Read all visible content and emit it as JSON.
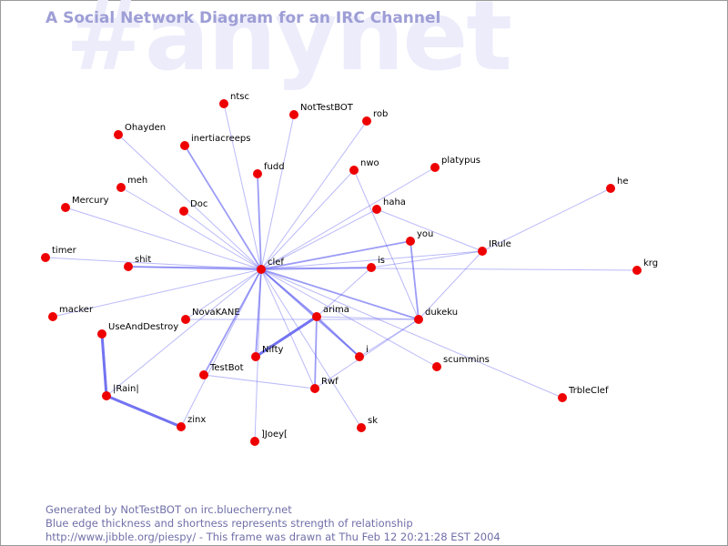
{
  "title": "A Social Network Diagram for an IRC Channel",
  "watermark": "#anynet",
  "footer": {
    "line1": "Generated by NotTestBOT on irc.bluecherry.net",
    "line2": "Blue edge thickness and shortness represents strength of relationship",
    "line3": "http://www.jibble.org/piespy/ - This frame was drawn at Thu Feb 12 20:21:28 EST 2004"
  },
  "colors": {
    "node": "#ee0000",
    "edge": "#5a5af0",
    "title": "#9e9ed6",
    "watermark": "#ececfb",
    "footer": "#6f6fa8"
  },
  "nodes": [
    {
      "id": "clef",
      "label": "clef"
    },
    {
      "id": "ntsc",
      "label": "ntsc"
    },
    {
      "id": "NotTestBOT",
      "label": "NotTestBOT"
    },
    {
      "id": "rob",
      "label": "rob"
    },
    {
      "id": "Ohayden",
      "label": "Ohayden"
    },
    {
      "id": "inertiacreeps",
      "label": "inertiacreeps"
    },
    {
      "id": "fudd",
      "label": "fudd"
    },
    {
      "id": "nwo",
      "label": "nwo"
    },
    {
      "id": "platypus",
      "label": "platypus"
    },
    {
      "id": "meh",
      "label": "meh"
    },
    {
      "id": "he",
      "label": "he"
    },
    {
      "id": "Mercury",
      "label": "Mercury"
    },
    {
      "id": "Doc",
      "label": "Doc"
    },
    {
      "id": "haha",
      "label": "haha"
    },
    {
      "id": "you",
      "label": "you"
    },
    {
      "id": "IRule",
      "label": "IRule"
    },
    {
      "id": "timer",
      "label": "timer"
    },
    {
      "id": "shit",
      "label": "shit"
    },
    {
      "id": "is",
      "label": "is"
    },
    {
      "id": "krg",
      "label": "krg"
    },
    {
      "id": "macker",
      "label": "macker"
    },
    {
      "id": "NovaKANE",
      "label": "NovaKANE"
    },
    {
      "id": "arima",
      "label": "arima"
    },
    {
      "id": "dukeku",
      "label": "dukeku"
    },
    {
      "id": "UseAndDestroy",
      "label": "UseAndDestroy"
    },
    {
      "id": "Nifty",
      "label": "Nifty"
    },
    {
      "id": "i",
      "label": "i"
    },
    {
      "id": "scummins",
      "label": "scummins"
    },
    {
      "id": "TestBot",
      "label": "TestBot"
    },
    {
      "id": "Rwf",
      "label": "Rwf"
    },
    {
      "id": "Rain",
      "label": "|Rain|"
    },
    {
      "id": "TrbleClef",
      "label": "TrbleClef"
    },
    {
      "id": "zinx",
      "label": "zinx"
    },
    {
      "id": "sk",
      "label": "sk"
    },
    {
      "id": "Joey",
      "label": "]Joey["
    }
  ],
  "edges": [
    {
      "source": "clef",
      "target": "ntsc",
      "weight": 1
    },
    {
      "source": "clef",
      "target": "NotTestBOT",
      "weight": 1
    },
    {
      "source": "clef",
      "target": "rob",
      "weight": 1
    },
    {
      "source": "clef",
      "target": "Ohayden",
      "weight": 1
    },
    {
      "source": "clef",
      "target": "inertiacreeps",
      "weight": 2
    },
    {
      "source": "clef",
      "target": "fudd",
      "weight": 2
    },
    {
      "source": "clef",
      "target": "nwo",
      "weight": 1
    },
    {
      "source": "clef",
      "target": "platypus",
      "weight": 1
    },
    {
      "source": "clef",
      "target": "meh",
      "weight": 1
    },
    {
      "source": "clef",
      "target": "Mercury",
      "weight": 1
    },
    {
      "source": "clef",
      "target": "Doc",
      "weight": 1
    },
    {
      "source": "clef",
      "target": "haha",
      "weight": 1
    },
    {
      "source": "clef",
      "target": "you",
      "weight": 2
    },
    {
      "source": "clef",
      "target": "timer",
      "weight": 1
    },
    {
      "source": "clef",
      "target": "shit",
      "weight": 2
    },
    {
      "source": "clef",
      "target": "is",
      "weight": 2
    },
    {
      "source": "clef",
      "target": "macker",
      "weight": 1
    },
    {
      "source": "clef",
      "target": "NovaKANE",
      "weight": 1
    },
    {
      "source": "clef",
      "target": "arima",
      "weight": 2
    },
    {
      "source": "clef",
      "target": "dukeku",
      "weight": 2
    },
    {
      "source": "clef",
      "target": "Nifty",
      "weight": 2
    },
    {
      "source": "clef",
      "target": "i",
      "weight": 2
    },
    {
      "source": "clef",
      "target": "scummins",
      "weight": 1
    },
    {
      "source": "clef",
      "target": "TestBot",
      "weight": 2
    },
    {
      "source": "clef",
      "target": "Rwf",
      "weight": 1
    },
    {
      "source": "clef",
      "target": "Rain",
      "weight": 1
    },
    {
      "source": "clef",
      "target": "TrbleClef",
      "weight": 1
    },
    {
      "source": "clef",
      "target": "zinx",
      "weight": 1
    },
    {
      "source": "clef",
      "target": "sk",
      "weight": 1
    },
    {
      "source": "clef",
      "target": "Joey",
      "weight": 1
    },
    {
      "source": "clef",
      "target": "IRule",
      "weight": 1
    },
    {
      "source": "nwo",
      "target": "dukeku",
      "weight": 1
    },
    {
      "source": "haha",
      "target": "IRule",
      "weight": 1
    },
    {
      "source": "IRule",
      "target": "he",
      "weight": 1
    },
    {
      "source": "IRule",
      "target": "dukeku",
      "weight": 1
    },
    {
      "source": "IRule",
      "target": "is",
      "weight": 1
    },
    {
      "source": "shit",
      "target": "krg",
      "weight": 1
    },
    {
      "source": "you",
      "target": "dukeku",
      "weight": 2
    },
    {
      "source": "arima",
      "target": "dukeku",
      "weight": 1
    },
    {
      "source": "arima",
      "target": "Nifty",
      "weight": 3
    },
    {
      "source": "arima",
      "target": "Rwf",
      "weight": 2
    },
    {
      "source": "arima",
      "target": "i",
      "weight": 2
    },
    {
      "source": "NovaKANE",
      "target": "dukeku",
      "weight": 1
    },
    {
      "source": "is",
      "target": "arima",
      "weight": 1
    },
    {
      "source": "dukeku",
      "target": "i",
      "weight": 1
    },
    {
      "source": "dukeku",
      "target": "Rwf",
      "weight": 1
    },
    {
      "source": "TestBot",
      "target": "Rwf",
      "weight": 1
    },
    {
      "source": "UseAndDestroy",
      "target": "Rain",
      "weight": 3
    },
    {
      "source": "Rain",
      "target": "zinx",
      "weight": 3
    }
  ]
}
